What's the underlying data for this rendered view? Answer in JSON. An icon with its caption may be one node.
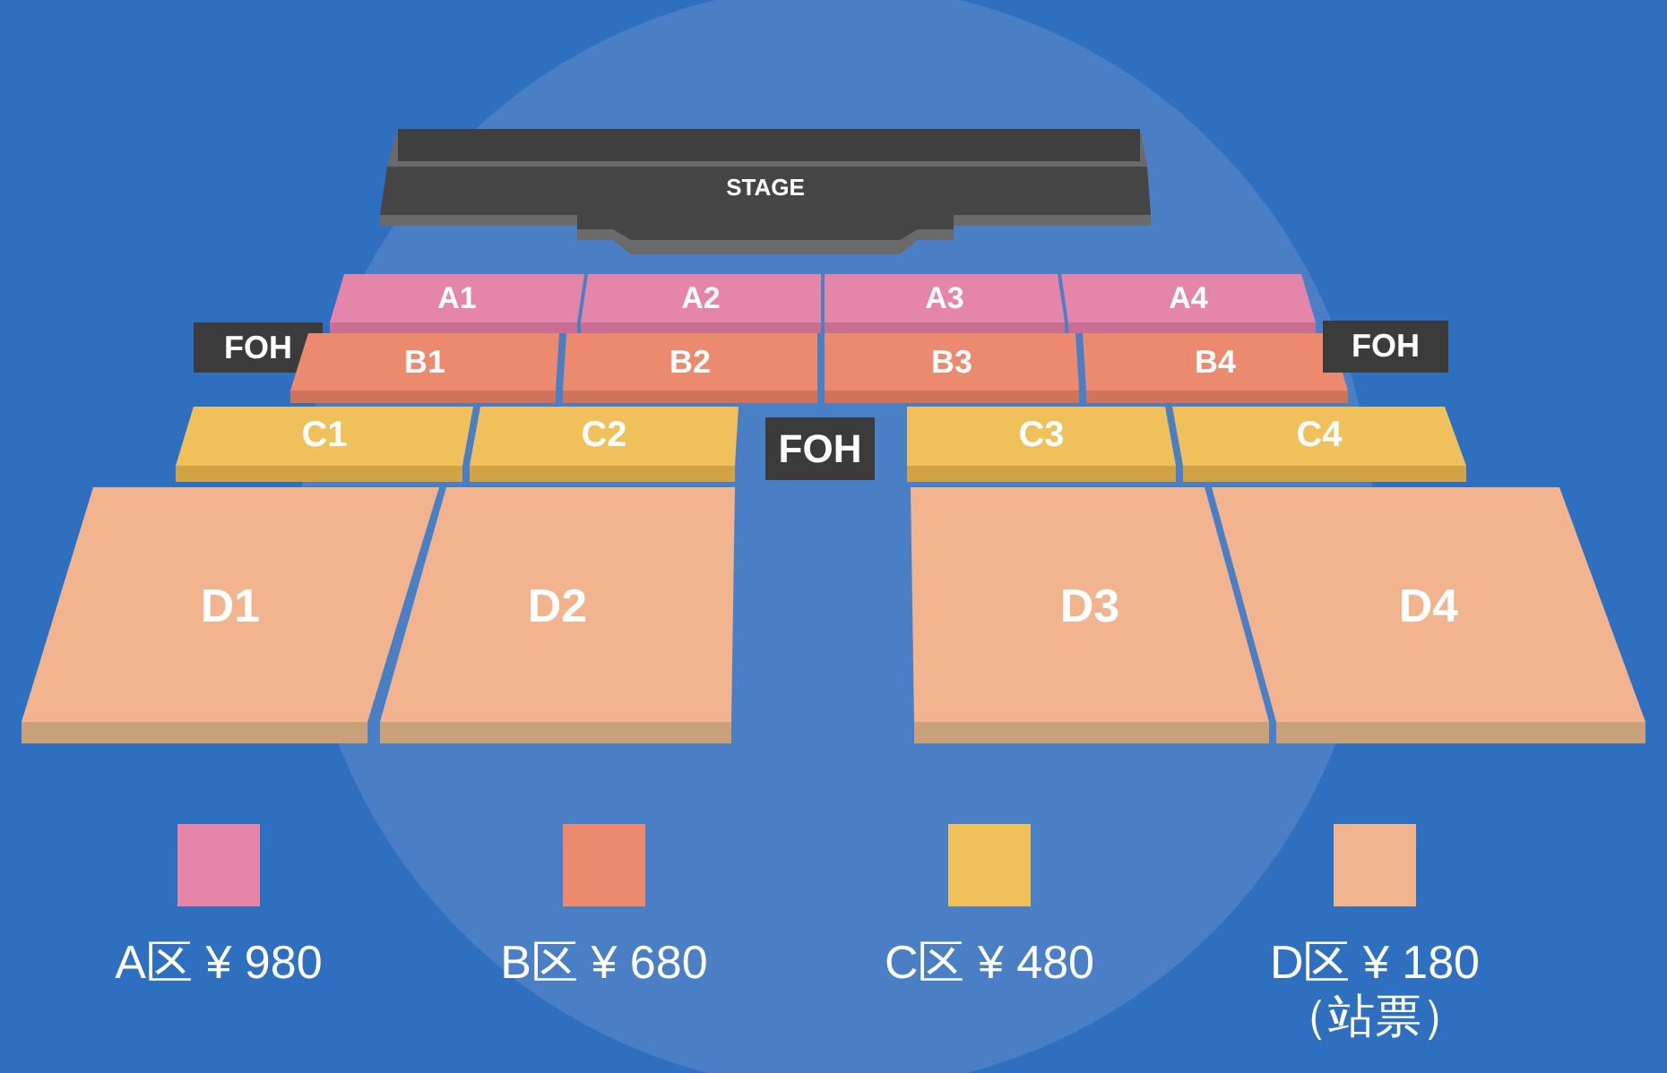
{
  "diagram": {
    "nodes": [
      {
        "text": [
          "STAGE"
        ]
      },
      {
        "text": [
          "A1"
        ]
      },
      {
        "text": [
          "A2"
        ]
      },
      {
        "text": [
          "A3"
        ]
      },
      {
        "text": [
          "A4"
        ]
      },
      {
        "text": [
          "FOH"
        ]
      },
      {
        "text": [
          "B1"
        ]
      },
      {
        "text": [
          "B2"
        ]
      },
      {
        "text": [
          "B3"
        ]
      },
      {
        "text": [
          "B4"
        ]
      },
      {
        "text": [
          "FOH"
        ]
      },
      {
        "text": [
          "C1"
        ]
      },
      {
        "text": [
          "C2"
        ]
      },
      {
        "text": [
          "FOH"
        ]
      },
      {
        "text": [
          "C3"
        ]
      },
      {
        "text": [
          "C4"
        ]
      },
      {
        "text": [
          "D1"
        ]
      },
      {
        "text": [
          "D2"
        ]
      },
      {
        "text": [
          "D3"
        ]
      },
      {
        "text": [
          "D4"
        ]
      }
    ],
    "legend": [
      {
        "text": "A区 ¥ 980",
        "color": "#e585aa"
      },
      {
        "text": "B区 ¥ 680",
        "color": "#ec8a6f"
      },
      {
        "text": "C区 ¥ 480",
        "color": "#f0c05a"
      },
      {
        "text": "D区 ¥ 180 （站票）",
        "color": "#f2b48e"
      }
    ]
  }
}
